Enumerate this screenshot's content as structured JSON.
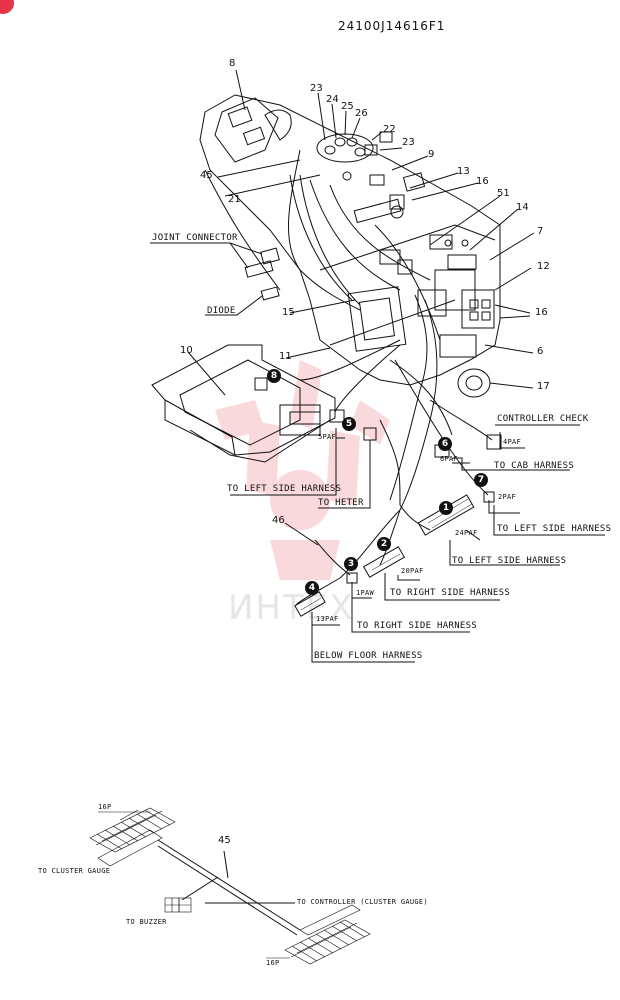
{
  "doc_number": "24100J14616F1",
  "watermark": "ИНТЕХ",
  "refs": {
    "r8": "8",
    "r23a": "23",
    "r24": "24",
    "r25": "25",
    "r26": "26",
    "r22": "22",
    "r23b": "23",
    "r9": "9",
    "r45": "45",
    "r21": "21",
    "r13": "13",
    "r16a": "16",
    "r51": "51",
    "r14": "14",
    "r7": "7",
    "r12": "12",
    "r16b": "16",
    "r6": "6",
    "r17": "17",
    "r15": "15",
    "r11": "11",
    "r10": "10",
    "r46": "46",
    "r45b": "45"
  },
  "labels": {
    "joint_connector": "JOINT CONNECTOR",
    "diode": "DIODE",
    "controller_check": "CONTROLLER CHECK",
    "pin_4paf": "4PAF",
    "to_cab_harness": "TO CAB HARNESS",
    "pin_6paf": "6PAF",
    "pin_2paf": "2PAF",
    "to_left_side_harness_1": "TO LEFT SIDE HARNESS",
    "pin_24paf": "24PAF",
    "to_left_side_harness_2": "TO LEFT SIDE HARNESS",
    "pin_5paf": "5PAF",
    "to_left_side_harness_3": "TO LEFT SIDE HARNESS",
    "to_heter": "TO HETER",
    "pin_20paf": "20PAF",
    "to_right_side_harness_1": "TO RIGHT SIDE HARNESS",
    "pin_1paw": "1PAW",
    "to_right_side_harness_2": "TO RIGHT SIDE HARNESS",
    "pin_13paf": "13PAF",
    "below_floor_harness": "BELOW FLOOR HARNESS"
  },
  "badges": {
    "b1": "1",
    "b2": "2",
    "b3": "3",
    "b4": "4",
    "b5": "5",
    "b6": "6",
    "b7": "7",
    "b8": "8"
  },
  "bottom": {
    "pin_16p_top": "16P",
    "to_cluster_gauge": "TO CLUSTER GAUGE",
    "to_buzzer": "TO BUZZER",
    "to_controller": "TO CONTROLLER (CLUSTER GAUGE)",
    "pin_16p_bottom": "16P"
  }
}
